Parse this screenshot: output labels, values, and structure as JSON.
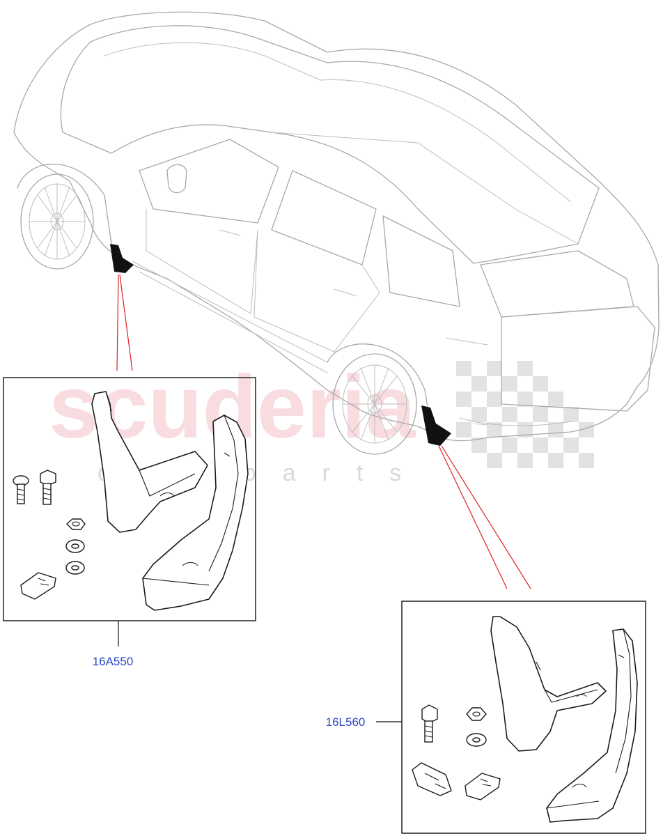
{
  "watermark": {
    "brand": "scuderia",
    "sub": "car parts"
  },
  "callouts": [
    {
      "label": "16A550"
    },
    {
      "label": "16L560"
    }
  ],
  "colors": {
    "callout_text": "#2b46c8",
    "leader_red": "#e02020",
    "watermark_pink": "#f4c6cc"
  }
}
